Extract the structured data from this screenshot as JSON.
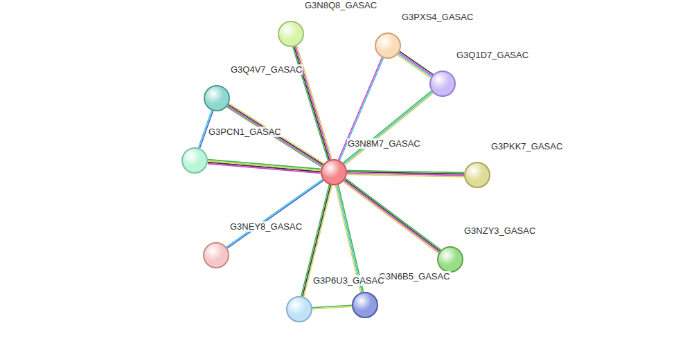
{
  "diagram": {
    "nodes": [
      {
        "text": [
          "G3N8Q8_GASAC"
        ]
      },
      {
        "text": [
          "G3PXS4_GASAC"
        ]
      },
      {
        "text": [
          "G3Q1D7_GASAC"
        ]
      },
      {
        "text": [
          "G3Q4V7_GASAC"
        ]
      },
      {
        "text": [
          "G3PCN1_GASAC"
        ]
      },
      {
        "text": [
          "G3N8M7_GASAC"
        ]
      },
      {
        "text": [
          "G3PKK7_GASAC"
        ]
      },
      {
        "text": [
          "G3NEY8_GASAC"
        ]
      },
      {
        "text": [
          "G3NZY3_GASAC"
        ]
      },
      {
        "text": [
          "G3N6B5_GASAC"
        ]
      },
      {
        "text": [
          "G3P6U3_GASAC"
        ]
      }
    ],
    "edges": [
      {
        "from": 5,
        "to": 0,
        "arrow": "none"
      },
      {
        "from": 5,
        "to": 1,
        "arrow": "none"
      },
      {
        "from": 1,
        "to": 2,
        "arrow": "none"
      },
      {
        "from": 5,
        "to": 2,
        "arrow": "none"
      },
      {
        "from": 5,
        "to": 3,
        "arrow": "none"
      },
      {
        "from": 3,
        "to": 4,
        "arrow": "none"
      },
      {
        "from": 5,
        "to": 4,
        "arrow": "none"
      },
      {
        "from": 5,
        "to": 6,
        "arrow": "none"
      },
      {
        "from": 5,
        "to": 7,
        "arrow": "none"
      },
      {
        "from": 5,
        "to": 8,
        "arrow": "none"
      },
      {
        "from": 5,
        "to": 10,
        "arrow": "none"
      },
      {
        "from": 5,
        "to": 9,
        "arrow": "none"
      },
      {
        "from": 10,
        "to": 9,
        "arrow": "none"
      }
    ]
  }
}
